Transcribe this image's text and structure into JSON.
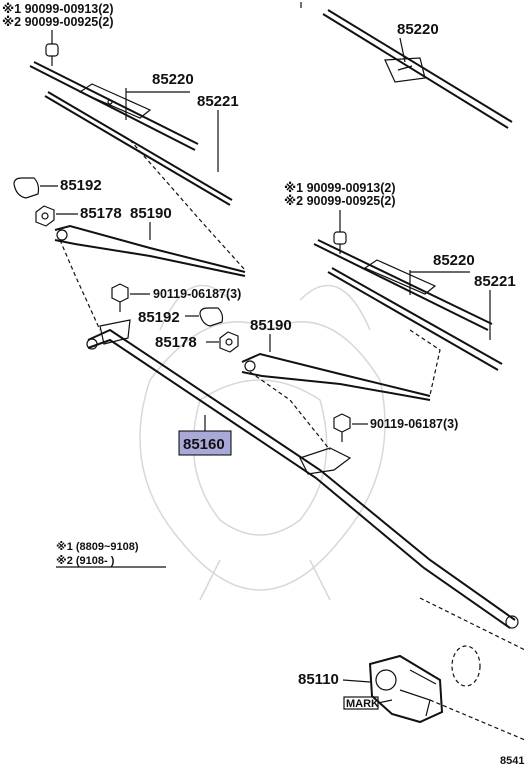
{
  "labels": {
    "note_a_1": "※1 90099-00913(2)",
    "note_a_2": "※2 90099-00925(2)",
    "p85220_top": "85220",
    "p85220_left": "85220",
    "p85221_left": "85221",
    "p85192_left": "85192",
    "p85178_left": "85178",
    "p85190_left": "85190",
    "bolt_left": "90119-06187(3)",
    "p85192_mid": "85192",
    "p85178_mid": "85178",
    "p85190_right": "85190",
    "note_b_1": "※1 90099-00913(2)",
    "note_b_2": "※2 90099-00925(2)",
    "p85220_right": "85220",
    "p85221_right": "85221",
    "bolt_right": "90119-06187(3)",
    "p85160": "85160",
    "p85110": "85110",
    "mark": "MARK",
    "legend_1": "※1 (8809~9108)",
    "legend_2": "※2 (9108-     )",
    "corner_code": "8541"
  },
  "colors": {
    "highlight": "#a9a9d9",
    "ink": "#111111",
    "watermark": "#d8d8d8"
  }
}
